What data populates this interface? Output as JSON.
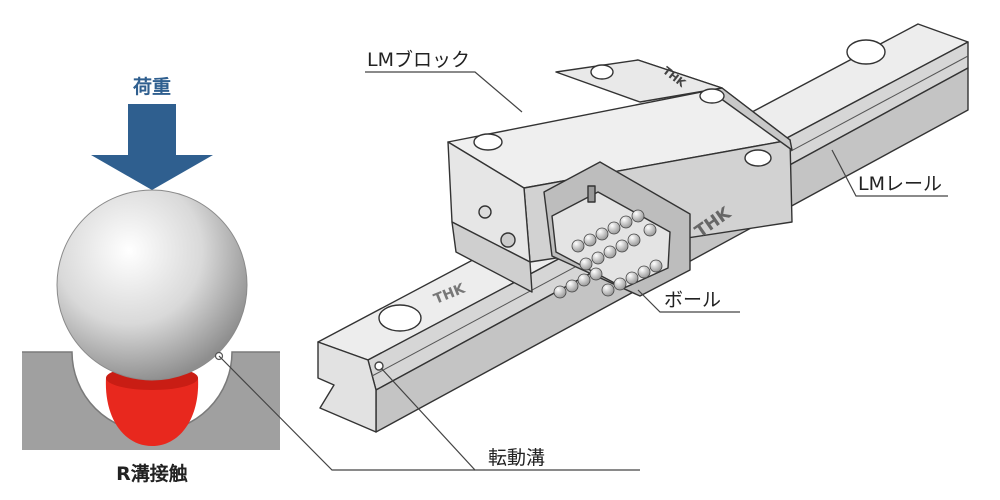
{
  "labels": {
    "load": "荷重",
    "r_groove_contact": "R溝接触",
    "lm_block": "LMブロック",
    "lm_rail": "LMレール",
    "ball": "ボール",
    "raceway_groove": "転動溝"
  },
  "logos": {
    "block_side": "THK",
    "block_end": "THK",
    "rail_top": "THK"
  },
  "colors": {
    "load_arrow": "#2f5f8f",
    "load_text": "#2f5f8f",
    "contact_red": "#e8281e",
    "groove_gray": "#9c9c9c",
    "steel_light": "#ececec",
    "steel_mid": "#d4d4d4",
    "steel_dark": "#b0b0b0",
    "outline": "#333333"
  }
}
